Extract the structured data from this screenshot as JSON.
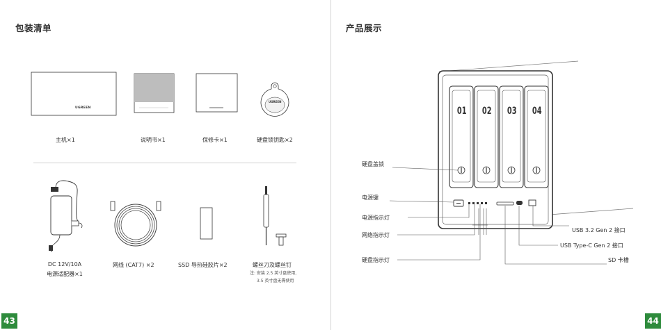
{
  "left_page": {
    "title": "包装清单",
    "page_number": "43",
    "items": [
      {
        "label": "主机×1"
      },
      {
        "label": "说明书×1"
      },
      {
        "label": "保修卡×1"
      },
      {
        "label": "硬盘锁钥匙×2"
      },
      {
        "label_line1": "DC 12V/10A",
        "label_line2": "电源适配器×1"
      },
      {
        "label": "网线 (CAT7) ×2"
      },
      {
        "label": "SSD 导热硅胶片×2"
      },
      {
        "label": "螺丝刀及螺丝钉"
      }
    ],
    "screw_note_line1": "注: 安装 2.5 英寸盘使用,",
    "screw_note_line2": "3.5 英寸盘无需使用",
    "brand_on_host": "UGREEN",
    "brand_on_key": "UGREEN"
  },
  "right_page": {
    "title": "产品展示",
    "page_number": "44",
    "bay_numbers": [
      "01",
      "02",
      "03",
      "04"
    ],
    "callouts_left": [
      "硬盘盖锁",
      "电源键",
      "电源指示灯",
      "网络指示灯",
      "硬盘指示灯"
    ],
    "callouts_right": [
      "USB 3.2 Gen 2 接口",
      "USB Type-C Gen 2 接口",
      "SD 卡槽"
    ]
  },
  "accent_color": "#2e8b3c"
}
